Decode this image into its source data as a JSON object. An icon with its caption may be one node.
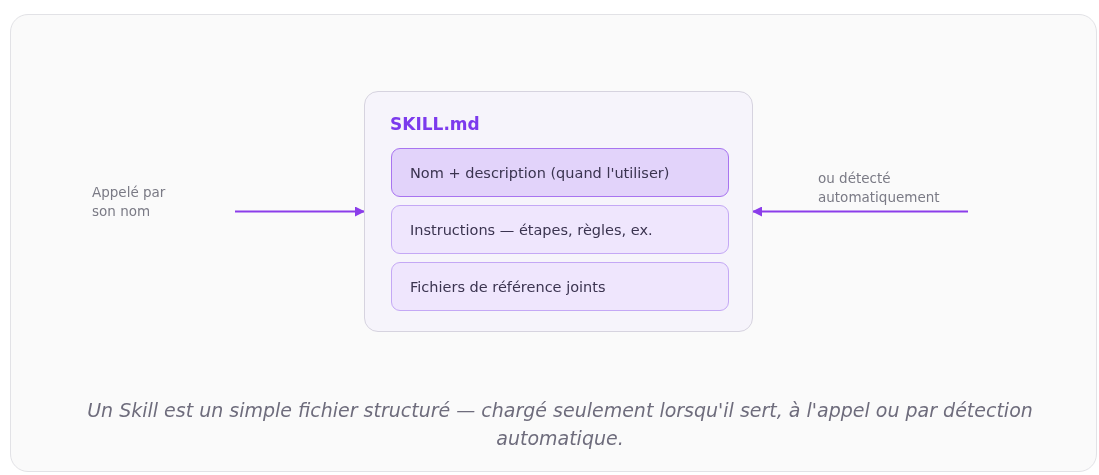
{
  "diagram": {
    "caption": "Un Skill est un simple fichier structuré — chargé seulement lorsqu'il sert, à l'appel ou par détection automatique.",
    "nodes": [
      {
        "text": [
          "SKILL.md"
        ]
      },
      {
        "text": [
          "Nom + description (quand l'utiliser)"
        ],
        "in": 0
      },
      {
        "text": [
          "Instructions — étapes, règles, ex."
        ],
        "in": 0
      },
      {
        "text": [
          "Fichiers de référence joints"
        ],
        "in": 0
      },
      {
        "text": [
          "Appelé par son nom"
        ]
      },
      {
        "text": [
          "ou détecté automatiquement"
        ]
      }
    ],
    "edges": [
      {
        "from": 4,
        "to": 0,
        "arrow": "to"
      },
      {
        "from": 5,
        "to": 0,
        "arrow": "to"
      }
    ]
  }
}
